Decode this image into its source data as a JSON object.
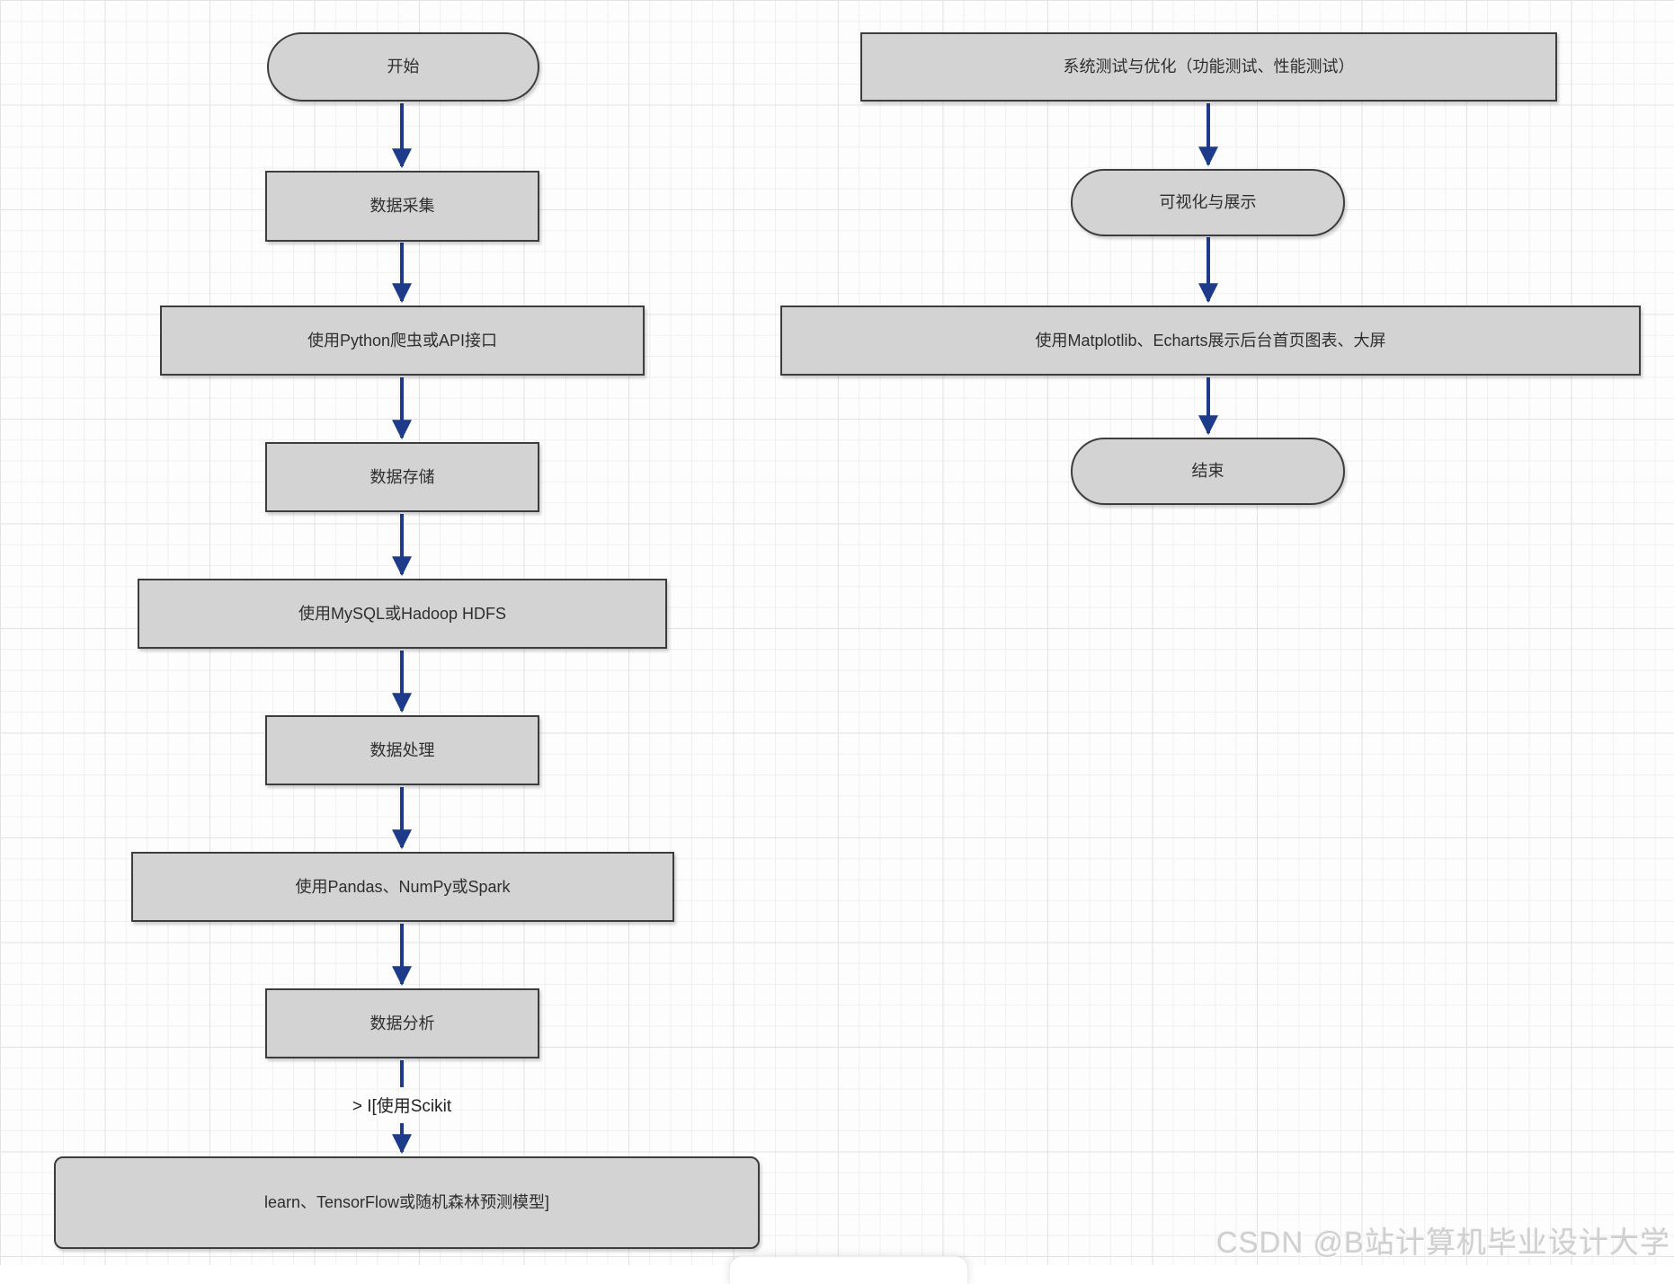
{
  "diagram": {
    "left_flow": {
      "start": "开始",
      "collect": "数据采集",
      "collect_tool": "使用Python爬虫或API接口",
      "store": "数据存储",
      "store_tool": "使用MySQL或Hadoop HDFS",
      "process": "数据处理",
      "process_tool": "使用Pandas、NumPy或Spark",
      "analyze": "数据分析",
      "edge_label": "> I[使用Scikit",
      "model": "learn、TensorFlow或随机森林预测模型]"
    },
    "right_flow": {
      "test": "系统测试与优化（功能测试、性能测试）",
      "visualize": "可视化与展示",
      "visualize_tool": "使用Matplotlib、Echarts展示后台首页图表、大屏",
      "end": "结束"
    },
    "colors": {
      "node_fill": "#d3d3d3",
      "node_border": "#3d3d3d",
      "arrow": "#1e3a8a",
      "text": "#2e2e2e",
      "grid_minor": "#f0f0f0",
      "grid_major": "#e3e3e3"
    }
  },
  "watermark": "CSDN @B站计算机毕业设计大学"
}
